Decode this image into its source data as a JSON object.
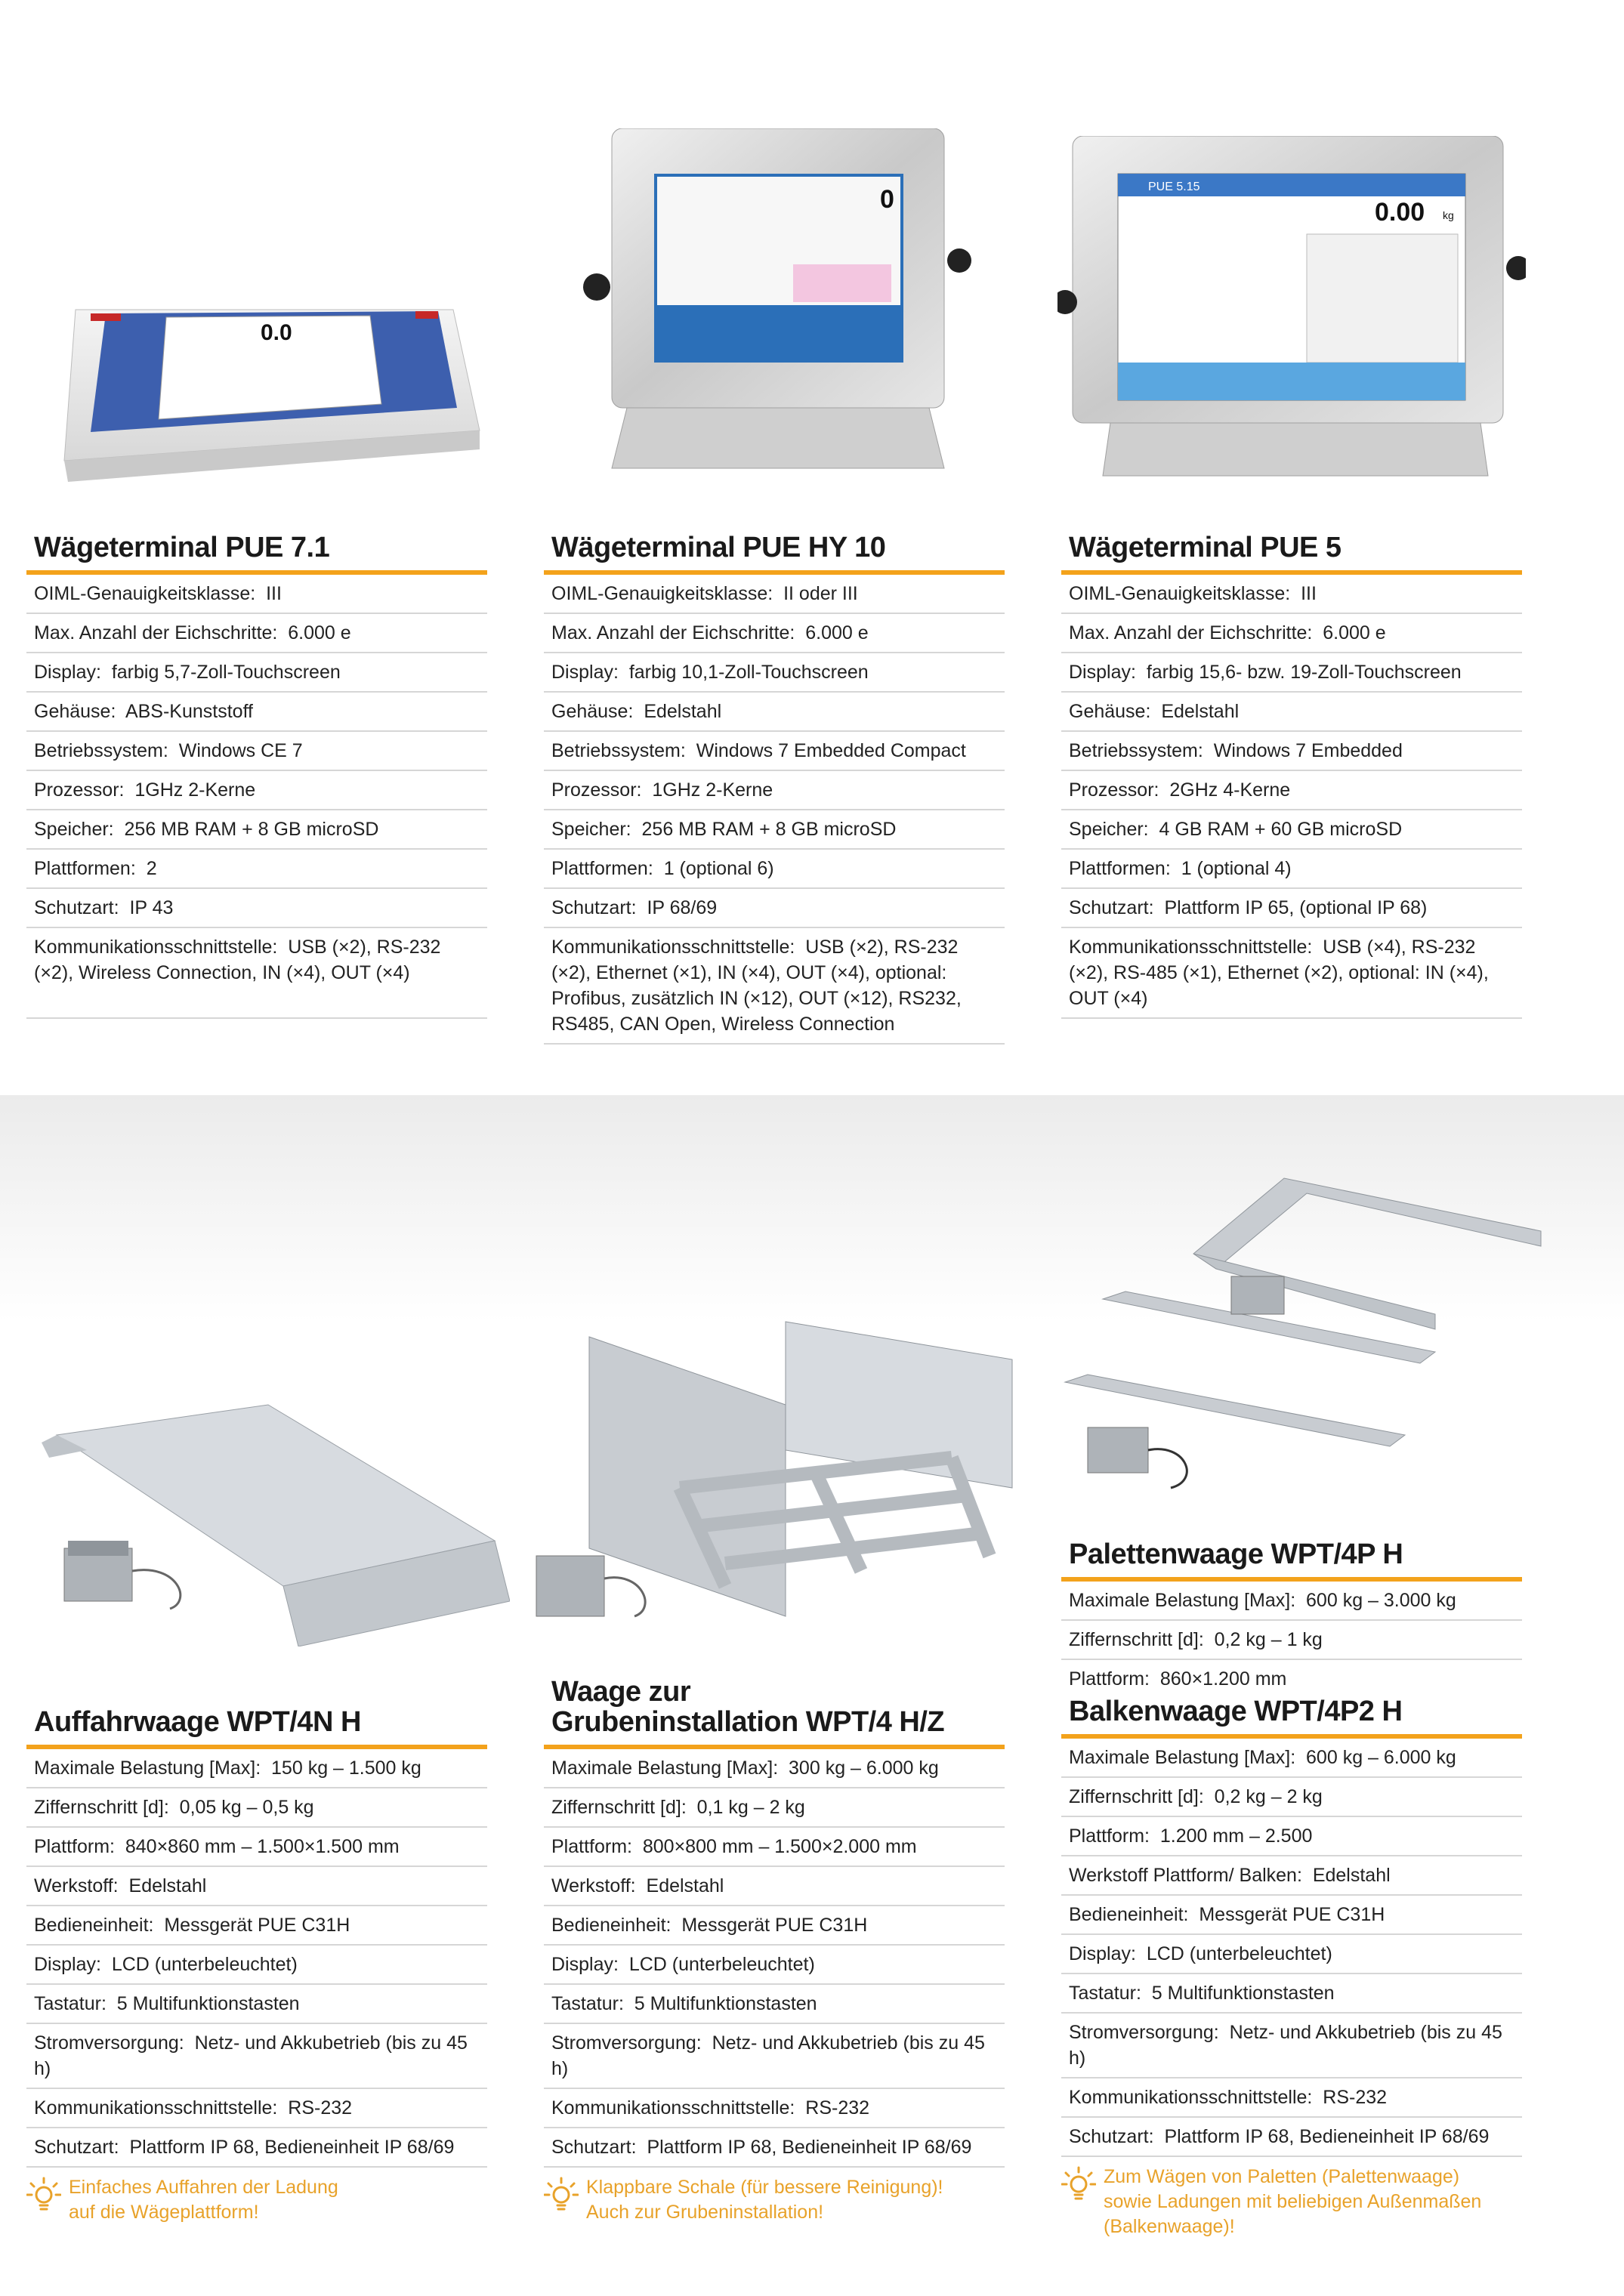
{
  "top_products": [
    {
      "title": "Wägeterminal PUE 7.1",
      "specs": [
        {
          "k": "OIML-Genauigkeitsklasse",
          "v": "III"
        },
        {
          "k": "Max. Anzahl der Eichschritte",
          "v": "6.000 e"
        },
        {
          "k": "Display",
          "v": "farbig 5,7-Zoll-Touchscreen"
        },
        {
          "k": "Gehäuse",
          "v": "ABS-Kunststoff"
        },
        {
          "k": "Betriebssystem",
          "v": "Windows CE 7"
        },
        {
          "k": "Prozessor",
          "v": "1GHz 2-Kerne"
        },
        {
          "k": "Speicher",
          "v": "256 MB RAM + 8 GB microSD"
        },
        {
          "k": "Plattformen",
          "v": "2"
        },
        {
          "k": "Schutzart",
          "v": "IP 43"
        },
        {
          "k": "Kommunikationsschnittstelle",
          "v": "USB (×2), RS-232 (×2), Wireless Connection, IN (×4), OUT (×4)"
        }
      ]
    },
    {
      "title": "Wägeterminal PUE HY 10",
      "specs": [
        {
          "k": "OIML-Genauigkeitsklasse",
          "v": "II oder III"
        },
        {
          "k": "Max. Anzahl der Eichschritte",
          "v": "6.000 e"
        },
        {
          "k": "Display",
          "v": "farbig 10,1-Zoll-Touchscreen"
        },
        {
          "k": "Gehäuse",
          "v": "Edelstahl"
        },
        {
          "k": "Betriebssystem",
          "v": "Windows 7 Embedded Compact"
        },
        {
          "k": "Prozessor",
          "v": "1GHz 2-Kerne"
        },
        {
          "k": "Speicher",
          "v": "256 MB RAM + 8 GB microSD"
        },
        {
          "k": "Plattformen",
          "v": "1 (optional 6)"
        },
        {
          "k": "Schutzart",
          "v": "IP 68/69"
        },
        {
          "k": "Kommunikationsschnittstelle",
          "v": "USB (×2), RS-232 (×2), Ethernet (×1), IN (×4), OUT (×4), optional: Profibus, zusätzlich IN (×12), OUT (×12), RS232, RS485, CAN Open, Wireless Connection"
        }
      ]
    },
    {
      "title": "Wägeterminal PUE 5",
      "specs": [
        {
          "k": "OIML-Genauigkeitsklasse",
          "v": "III"
        },
        {
          "k": "Max. Anzahl der Eichschritte",
          "v": "6.000 e"
        },
        {
          "k": "Display",
          "v": "farbig 15,6- bzw. 19-Zoll-Touchscreen"
        },
        {
          "k": "Gehäuse",
          "v": "Edelstahl"
        },
        {
          "k": "Betriebssystem",
          "v": "Windows 7 Embedded"
        },
        {
          "k": "Prozessor",
          "v": "2GHz 4-Kerne"
        },
        {
          "k": "Speicher",
          "v": "4 GB RAM + 60 GB microSD"
        },
        {
          "k": "Plattformen",
          "v": "1 (optional 4)"
        },
        {
          "k": "Schutzart",
          "v": "Plattform IP 65, (optional IP 68)"
        },
        {
          "k": "Kommunikationsschnittstelle",
          "v": "USB (×4), RS-232 (×2), RS-485 (×1), Ethernet (×2), optional: IN (×4), OUT (×4)"
        }
      ]
    }
  ],
  "bottom_products": [
    {
      "title": "Auffahrwaage WPT/4N H",
      "specs": [
        {
          "k": "Maximale Belastung [Max]",
          "v": "150 kg – 1.500 kg"
        },
        {
          "k": "Ziffernschritt [d]",
          "v": "0,05 kg – 0,5 kg"
        },
        {
          "k": "Plattform",
          "v": "840×860 mm – 1.500×1.500 mm"
        },
        {
          "k": "Werkstoff",
          "v": "Edelstahl"
        },
        {
          "k": "Bedieneinheit",
          "v": "Messgerät PUE C31H"
        },
        {
          "k": "Display",
          "v": "LCD (unterbeleuchtet)"
        },
        {
          "k": "Tastatur",
          "v": "5 Multifunktionstasten"
        },
        {
          "k": "Stromversorgung",
          "v": "Netz- und Akkubetrieb (bis zu 45 h)"
        },
        {
          "k": "Kommunikationsschnittstelle",
          "v": "RS-232"
        },
        {
          "k": "Schutzart",
          "v": "Plattform IP 68, Bedieneinheit IP 68/69"
        }
      ],
      "tip": "Einfaches Auffahren der Ladung auf die Wägeplattform!"
    },
    {
      "title_line1": "Waage zur",
      "title_line2": "Grubeninstallation WPT/4 H/Z",
      "specs": [
        {
          "k": "Maximale Belastung [Max]",
          "v": "300 kg – 6.000 kg"
        },
        {
          "k": "Ziffernschritt [d]",
          "v": "0,1 kg – 2 kg"
        },
        {
          "k": "Plattform",
          "v": "800×800 mm – 1.500×2.000 mm"
        },
        {
          "k": "Werkstoff",
          "v": "Edelstahl"
        },
        {
          "k": "Bedieneinheit",
          "v": "Messgerät PUE C31H"
        },
        {
          "k": "Display",
          "v": "LCD (unterbeleuchtet)"
        },
        {
          "k": "Tastatur",
          "v": "5 Multifunktionstasten"
        },
        {
          "k": "Stromversorgung",
          "v": "Netz- und Akkubetrieb (bis zu 45 h)"
        },
        {
          "k": "Kommunikationsschnittstelle",
          "v": "RS-232"
        },
        {
          "k": "Schutzart",
          "v": "Plattform IP 68, Bedieneinheit IP 68/69"
        }
      ],
      "tip": "Klappbare Schale (für bessere Reinigung)! Auch zur Grubeninstallation!"
    },
    {
      "pallet_title": "Palettenwaage WPT/4P H",
      "pallet_specs": [
        {
          "k": "Maximale Belastung [Max]",
          "v": "600 kg – 3.000 kg"
        },
        {
          "k": "Ziffernschritt [d]",
          "v": "0,2 kg – 1 kg"
        },
        {
          "k": "Plattform",
          "v": "860×1.200 mm"
        }
      ],
      "title": "Balkenwaage WPT/4P2 H",
      "specs": [
        {
          "k": "Maximale Belastung [Max]",
          "v": "600 kg – 6.000 kg"
        },
        {
          "k": "Ziffernschritt [d]",
          "v": "0,2 kg – 2 kg"
        },
        {
          "k": "Plattform",
          "v": "1.200 mm – 2.500"
        },
        {
          "k": "Werkstoff Plattform/ Balken",
          "v": "Edelstahl"
        },
        {
          "k": "Bedieneinheit",
          "v": "Messgerät PUE C31H"
        },
        {
          "k": "Display",
          "v": "LCD (unterbeleuchtet)"
        },
        {
          "k": "Tastatur",
          "v": "5 Multifunktionstasten"
        },
        {
          "k": "Stromversorgung",
          "v": "Netz- und Akkubetrieb (bis zu 45 h)"
        },
        {
          "k": "Kommunikationsschnittstelle",
          "v": "RS-232"
        },
        {
          "k": "Schutzart",
          "v": "Plattform IP 68, Bedieneinheit IP 68/69"
        }
      ],
      "tip": "Zum Wägen von Paletten (Palettenwaage) sowie Ladungen mit beliebigen Außenmaßen (Balkenwaage)!"
    }
  ],
  "screen_texts": {
    "pue71_reading": "0.0",
    "hy10_reading": "0",
    "pue5_reading": "0.00",
    "pue5_unit": "kg",
    "pue5_header": "PUE 5.15"
  },
  "colors": {
    "accent": "#f3a21b",
    "tip": "#e8a22a",
    "divider": "#d6d6d6"
  }
}
